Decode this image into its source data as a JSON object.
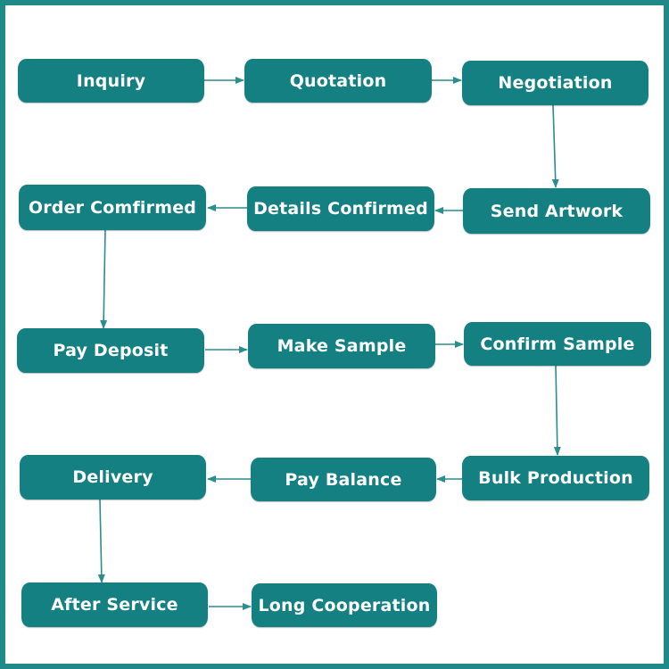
{
  "colors": {
    "box": "#148081",
    "border": "#1f8a87",
    "arrow": "#2a8e8a",
    "text": "#ffffff"
  },
  "steps": [
    "Inquiry",
    "Quotation",
    "Negotiation",
    "Send Artwork",
    "Details Confirmed",
    "Order Comfirmed",
    "Pay Deposit",
    "Make Sample",
    "Confirm Sample",
    "Bulk Production",
    "Pay Balance",
    "Delivery",
    "After Service",
    "Long Cooperation"
  ]
}
